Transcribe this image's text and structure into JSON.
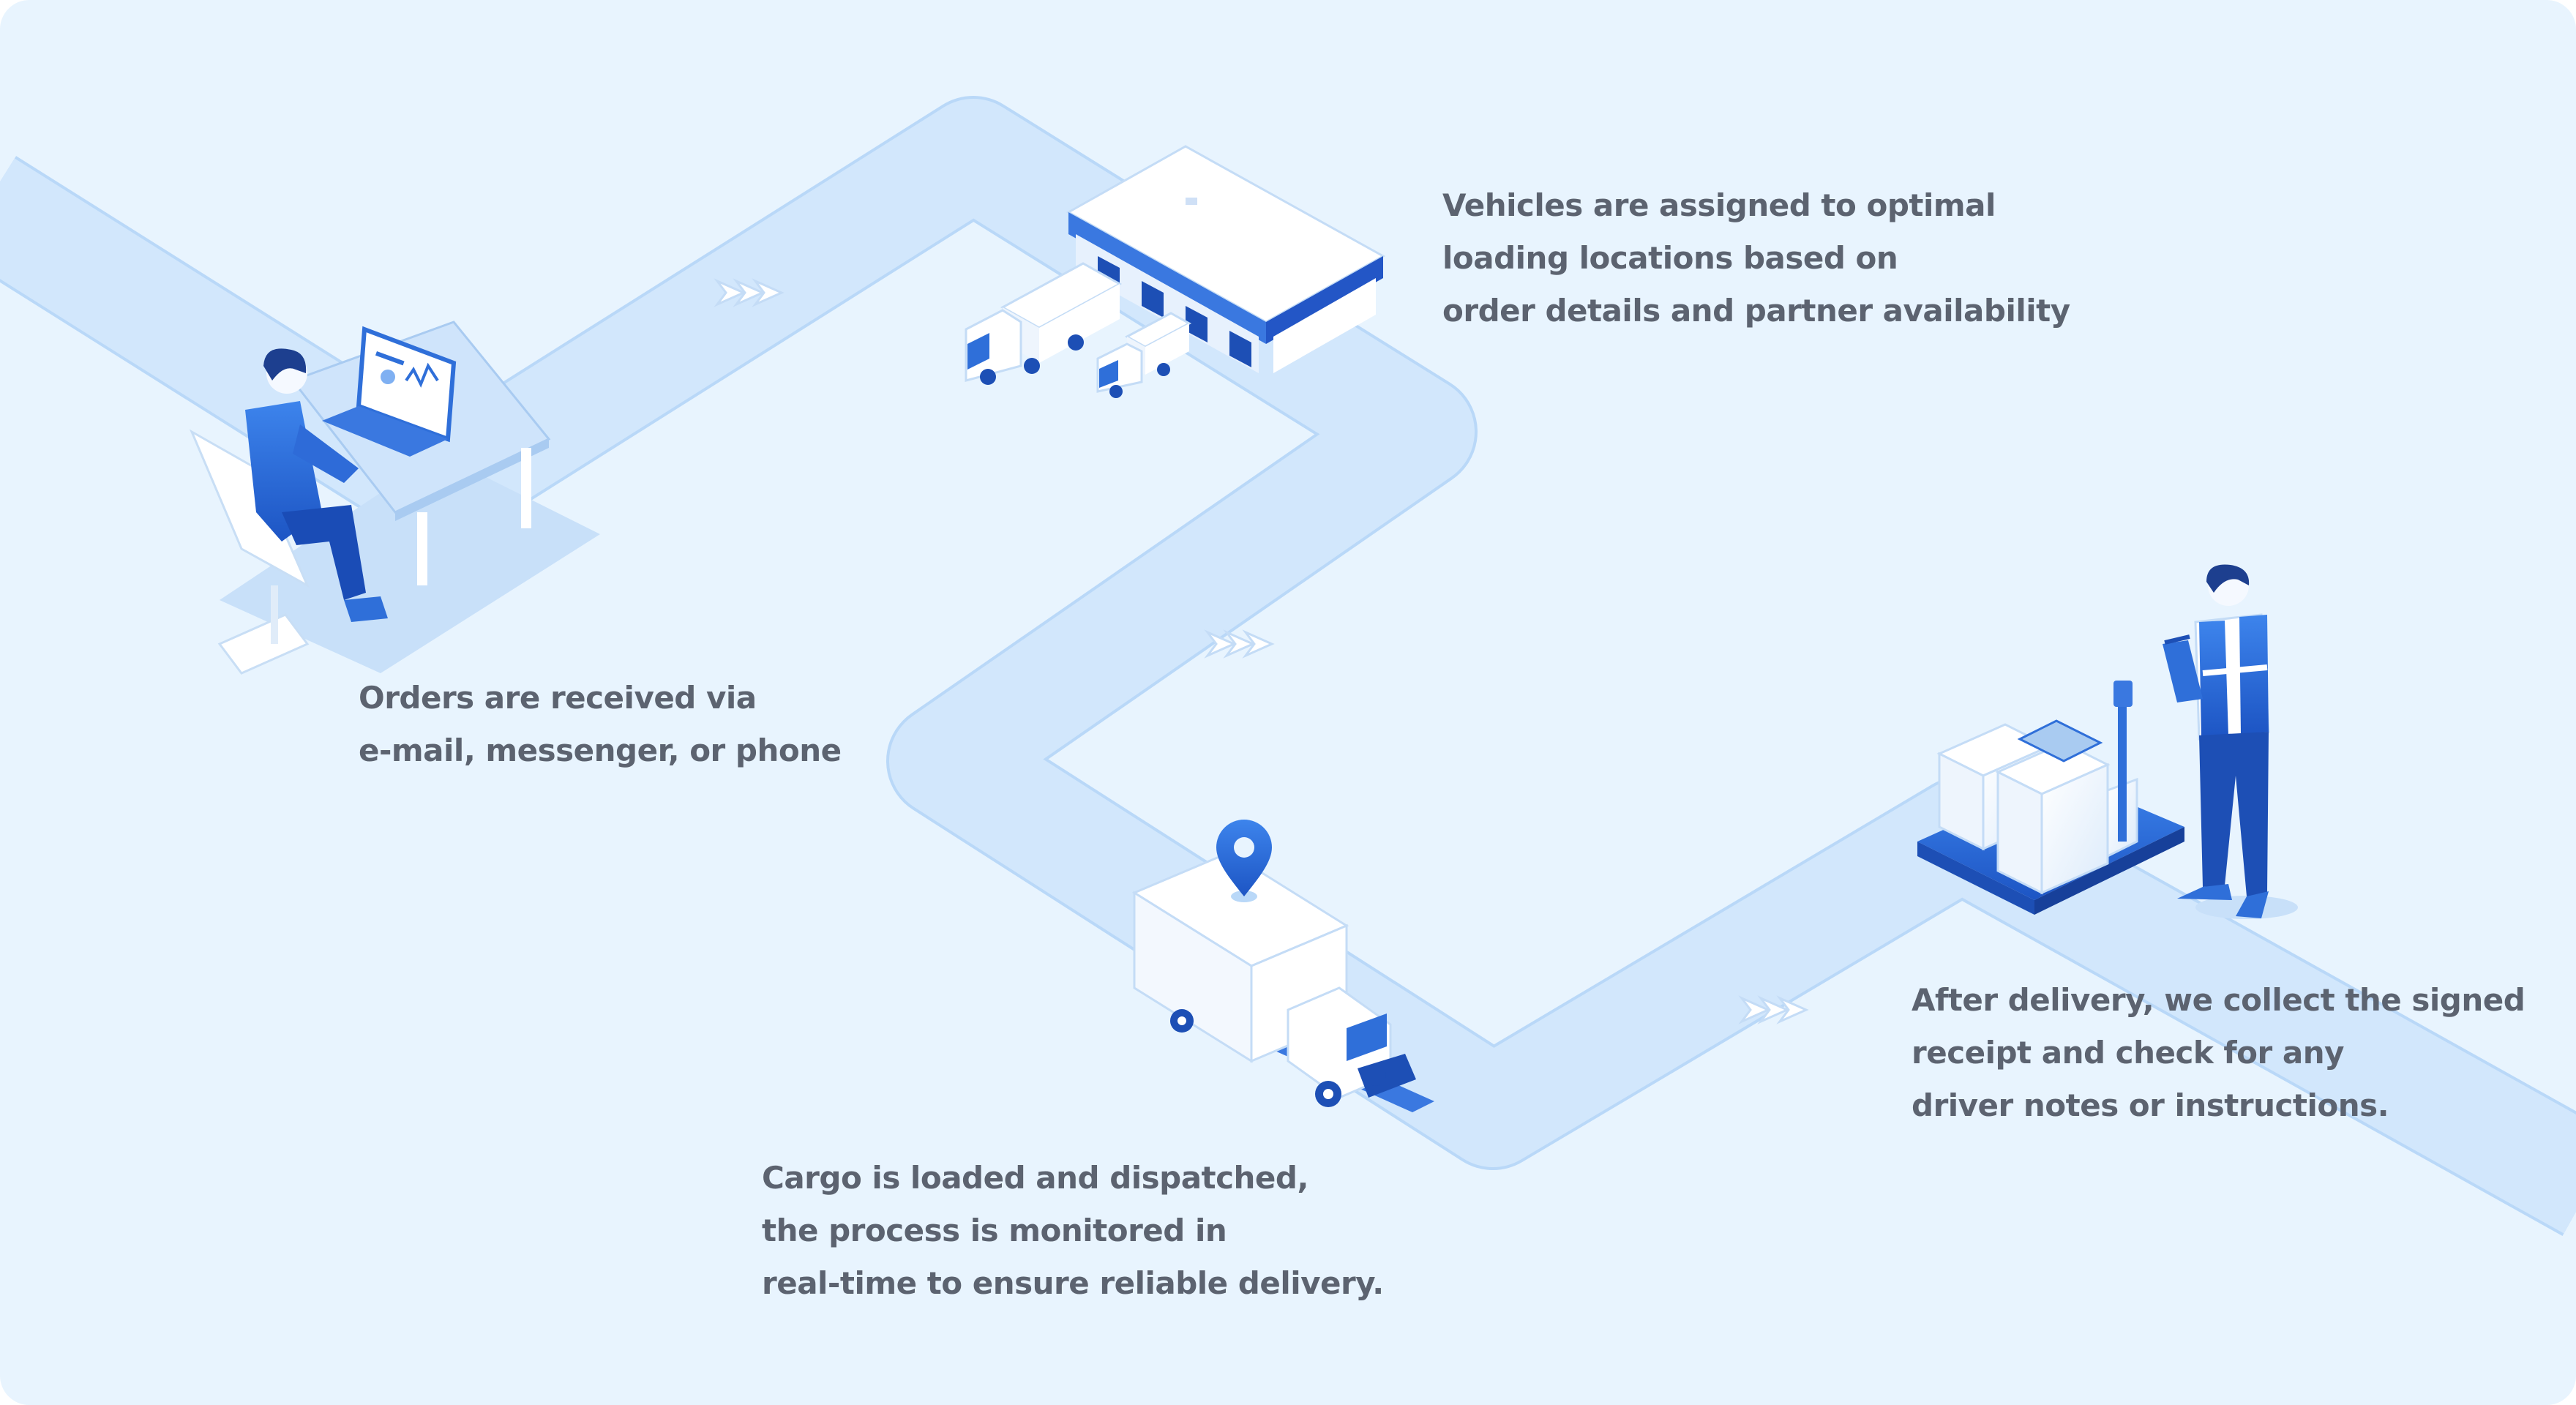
{
  "steps": [
    {
      "id": "orders",
      "lines": [
        "Orders are received via",
        "e-mail, messenger, or phone"
      ]
    },
    {
      "id": "vehicles",
      "lines": [
        "Vehicles are assigned to optimal",
        "loading locations based on",
        "order details and partner availability"
      ]
    },
    {
      "id": "cargo",
      "lines": [
        "Cargo is loaded and dispatched,",
        "the process is monitored in",
        "real-time to ensure reliable delivery."
      ]
    },
    {
      "id": "delivery",
      "lines": [
        "After delivery, we collect the signed",
        "receipt and check for any",
        "driver notes or instructions."
      ]
    }
  ],
  "colors": {
    "background": "#e8f4fe",
    "road": "#d2e7fc",
    "road_edge": "#b9d8f8",
    "accent": "#2f6fd9",
    "accent_dark": "#1d4fb5",
    "text": "#5c6370"
  },
  "icons": [
    "person-at-laptop-icon",
    "warehouse-icon",
    "delivery-truck-icon",
    "location-pin-icon",
    "courier-with-clipboard-icon",
    "cargo-pallet-icon",
    "direction-chevrons-icon"
  ]
}
